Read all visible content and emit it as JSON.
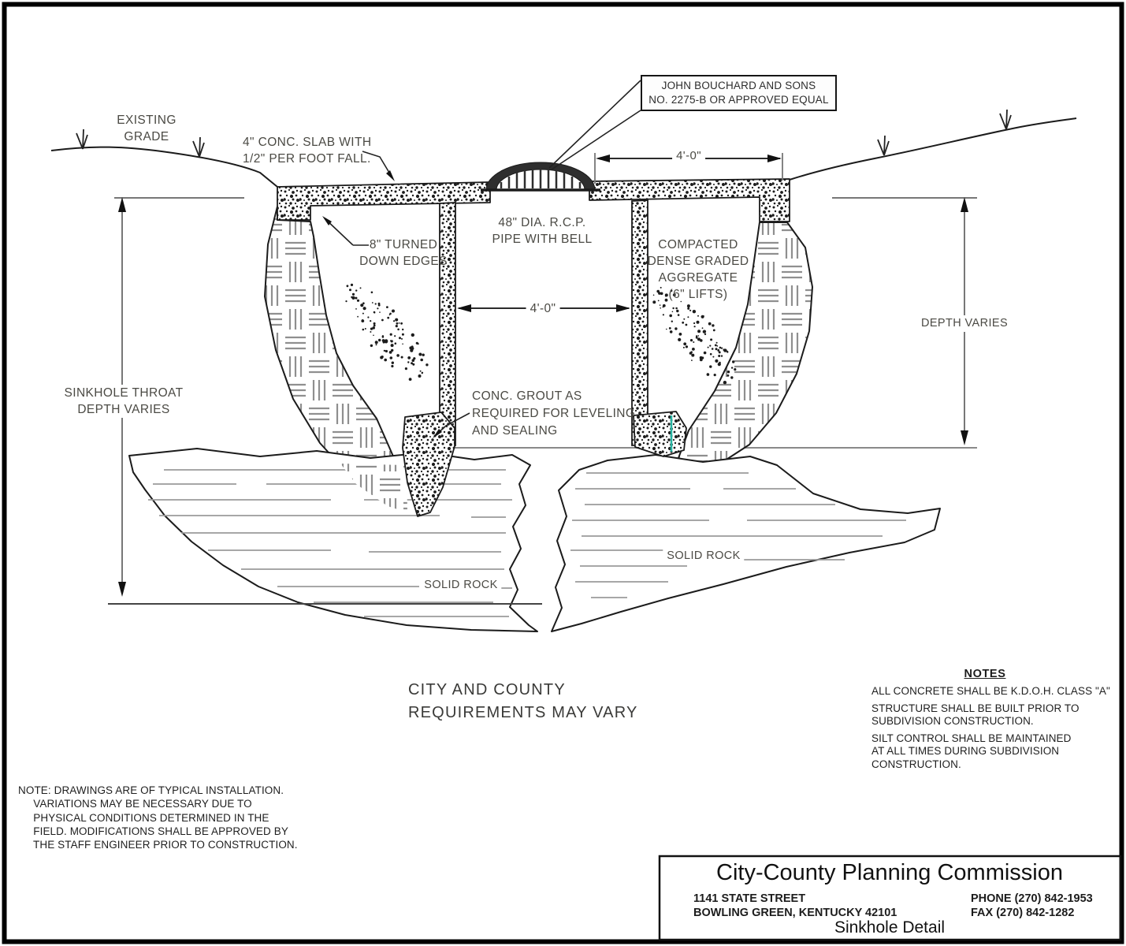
{
  "colors": {
    "line": "#1b1b1b",
    "hatch_gray": "#8f8f8f",
    "rock_hatch": "#9b9b9b",
    "dimension_gray": "#777777",
    "label_text": "#4b4a44",
    "grout_accent_teal": "#27b3a2",
    "page_border": "#000000"
  },
  "diagram": {
    "labels": {
      "existing_grade": "EXISTING\nGRADE",
      "conc_slab": "4\" CONC. SLAB WITH\n1/2\" PER FOOT FALL.",
      "callout": "JOHN BOUCHARD AND SONS\nNO. 2275-B OR APPROVED EQUAL",
      "dim_top": "4'-0\"",
      "pipe": "48\" DIA. R.C.P.\nPIPE WITH BELL",
      "turned_edges": "8\" TURNED\nDOWN EDGES",
      "aggregate": "COMPACTED\nDENSE GRADED\nAGGREGATE\n(6\" LIFTS)",
      "dim_mid": "4'-0\"",
      "depth_varies": "DEPTH VARIES",
      "sinkhole_throat": "SINKHOLE THROAT\nDEPTH VARIES",
      "grout": "CONC. GROUT AS\nREQUIRED FOR LEVELING\nAND SEALING",
      "solid_rock_left": "SOLID ROCK",
      "solid_rock_right": "SOLID ROCK"
    },
    "statement": "CITY AND COUNTY\nREQUIREMENTS MAY VARY"
  },
  "notes_panel": {
    "heading": "NOTES",
    "items": [
      "ALL CONCRETE SHALL BE K.D.O.H. CLASS \"A\"",
      "STRUCTURE SHALL BE BUILT PRIOR TO\nSUBDIVISION CONSTRUCTION.",
      "SILT CONTROL SHALL BE MAINTAINED\nAT ALL TIMES DURING SUBDIVISION\nCONSTRUCTION."
    ]
  },
  "field_note": "NOTE: DRAWINGS ARE OF TYPICAL INSTALLATION.\n     VARIATIONS MAY BE NECESSARY DUE TO\n     PHYSICAL CONDITIONS DETERMINED IN THE\n     FIELD. MODIFICATIONS SHALL BE APPROVED BY\n     THE STAFF ENGINEER PRIOR TO CONSTRUCTION.",
  "title_block": {
    "org": "City-County Planning Commission",
    "address": "1141 STATE STREET\nBOWLING GREEN, KENTUCKY 42101",
    "contact": "PHONE (270) 842-1953\nFAX (270) 842-1282",
    "sheet_title": "Sinkhole Detail"
  }
}
